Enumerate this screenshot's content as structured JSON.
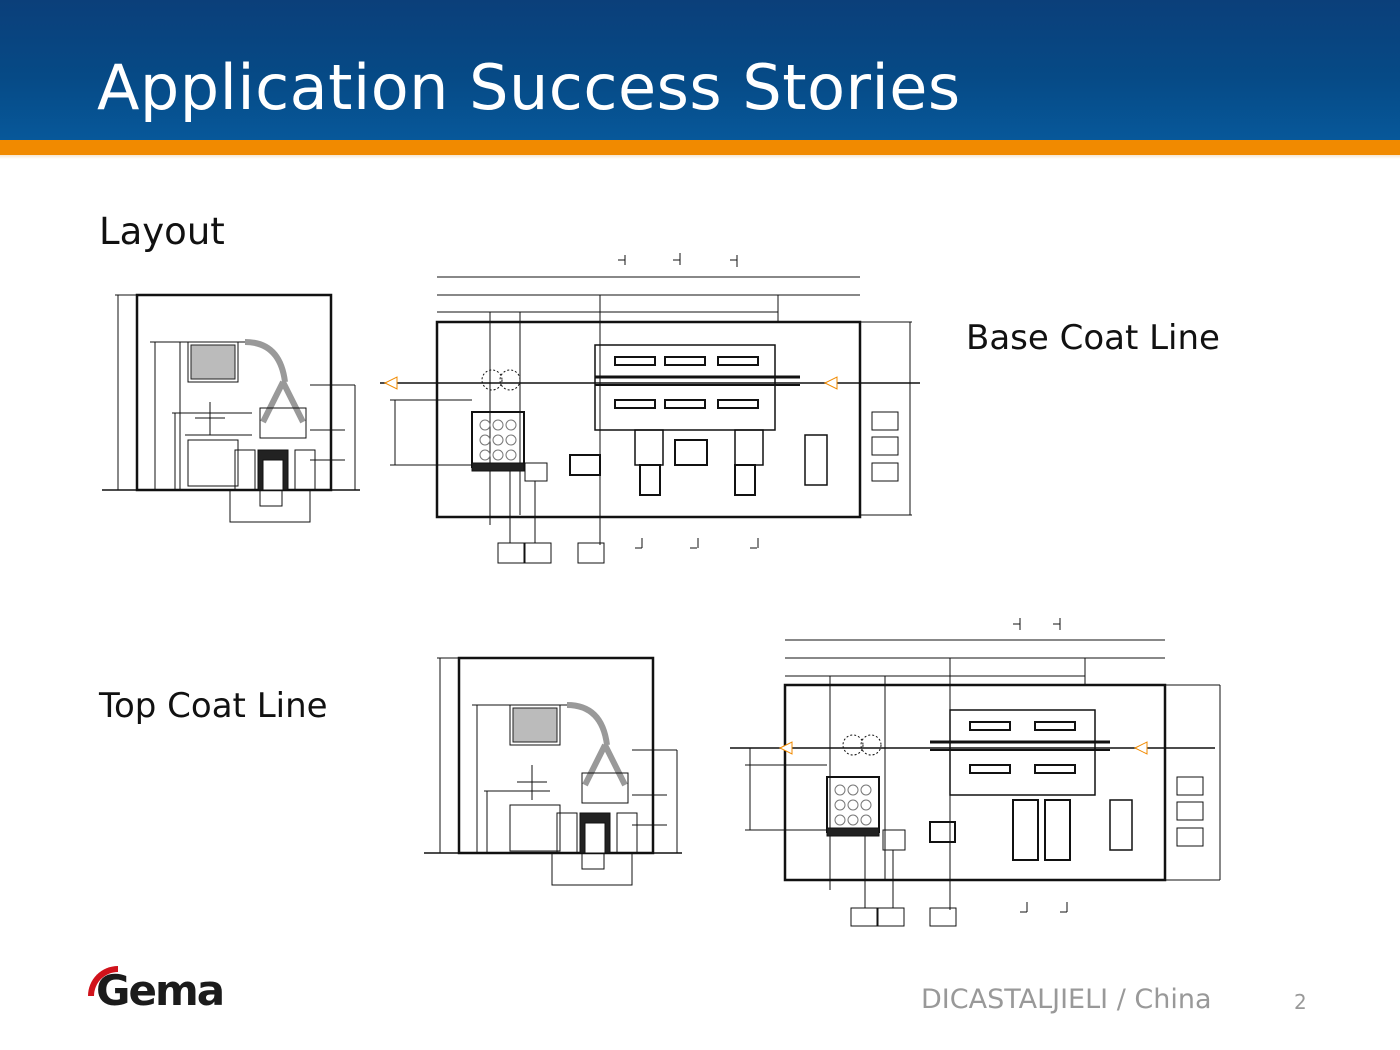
{
  "slide": {
    "title": "Application Success Stories",
    "page_number": "2",
    "footer_text": "DICASTALJIELI / China",
    "logo_text": "Gema",
    "colors": {
      "header_blue": "#064a86",
      "accent_orange": "#f18a00",
      "logo_red": "#d0121b",
      "footer_gray": "#999999"
    }
  },
  "content": {
    "section_label": "Layout",
    "base_coat": {
      "label": "Base Coat Line",
      "drawings": [
        "side-elevation-drawing",
        "floor-plan-drawing"
      ]
    },
    "top_coat": {
      "label": "Top Coat Line",
      "drawings": [
        "side-elevation-drawing",
        "floor-plan-drawing"
      ]
    }
  }
}
